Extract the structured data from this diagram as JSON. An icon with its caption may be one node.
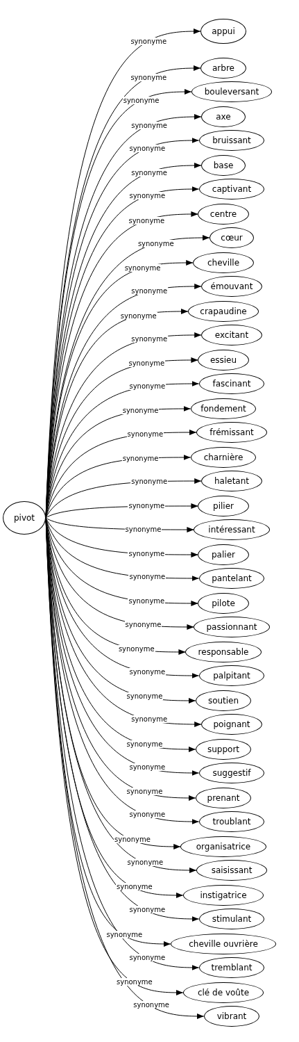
{
  "diagram": {
    "nodes": [
      {
        "text": [
          "pivot"
        ]
      },
      {
        "text": [
          "appui"
        ]
      },
      {
        "text": [
          "arbre"
        ]
      },
      {
        "text": [
          "bouleversant"
        ]
      },
      {
        "text": [
          "axe"
        ]
      },
      {
        "text": [
          "bruissant"
        ]
      },
      {
        "text": [
          "base"
        ]
      },
      {
        "text": [
          "captivant"
        ]
      },
      {
        "text": [
          "centre"
        ]
      },
      {
        "text": [
          "cœur"
        ]
      },
      {
        "text": [
          "cheville"
        ]
      },
      {
        "text": [
          "émouvant"
        ]
      },
      {
        "text": [
          "crapaudine"
        ]
      },
      {
        "text": [
          "excitant"
        ]
      },
      {
        "text": [
          "essieu"
        ]
      },
      {
        "text": [
          "fascinant"
        ]
      },
      {
        "text": [
          "fondement"
        ]
      },
      {
        "text": [
          "frémissant"
        ]
      },
      {
        "text": [
          "charnière"
        ]
      },
      {
        "text": [
          "haletant"
        ]
      },
      {
        "text": [
          "pilier"
        ]
      },
      {
        "text": [
          "intéressant"
        ]
      },
      {
        "text": [
          "palier"
        ]
      },
      {
        "text": [
          "pantelant"
        ]
      },
      {
        "text": [
          "pilote"
        ]
      },
      {
        "text": [
          "passionnant"
        ]
      },
      {
        "text": [
          "responsable"
        ]
      },
      {
        "text": [
          "palpitant"
        ]
      },
      {
        "text": [
          "soutien"
        ]
      },
      {
        "text": [
          "poignant"
        ]
      },
      {
        "text": [
          "support"
        ]
      },
      {
        "text": [
          "suggestif"
        ]
      },
      {
        "text": [
          "prenant"
        ]
      },
      {
        "text": [
          "troublant"
        ]
      },
      {
        "text": [
          "organisatrice"
        ]
      },
      {
        "text": [
          "saisissant"
        ]
      },
      {
        "text": [
          "instigatrice"
        ]
      },
      {
        "text": [
          "stimulant"
        ]
      },
      {
        "text": [
          "cheville ouvrière"
        ]
      },
      {
        "text": [
          "tremblant"
        ]
      },
      {
        "text": [
          "clé de voûte"
        ]
      },
      {
        "text": [
          "vibrant"
        ]
      }
    ],
    "edges": [
      {
        "from": 0,
        "to": 1,
        "arrow": "to",
        "label": "synonyme"
      },
      {
        "from": 0,
        "to": 2,
        "arrow": "to",
        "label": "synonyme"
      },
      {
        "from": 0,
        "to": 3,
        "arrow": "to",
        "label": "synonyme"
      },
      {
        "from": 0,
        "to": 4,
        "arrow": "to",
        "label": "synonyme"
      },
      {
        "from": 0,
        "to": 5,
        "arrow": "to",
        "label": "synonyme"
      },
      {
        "from": 0,
        "to": 6,
        "arrow": "to",
        "label": "synonyme"
      },
      {
        "from": 0,
        "to": 7,
        "arrow": "to",
        "label": "synonyme"
      },
      {
        "from": 0,
        "to": 8,
        "arrow": "to",
        "label": "synonyme"
      },
      {
        "from": 0,
        "to": 9,
        "arrow": "to",
        "label": "synonyme"
      },
      {
        "from": 0,
        "to": 10,
        "arrow": "to",
        "label": "synonyme"
      },
      {
        "from": 0,
        "to": 11,
        "arrow": "to",
        "label": "synonyme"
      },
      {
        "from": 0,
        "to": 12,
        "arrow": "to",
        "label": "synonyme"
      },
      {
        "from": 0,
        "to": 13,
        "arrow": "to",
        "label": "synonyme"
      },
      {
        "from": 0,
        "to": 14,
        "arrow": "to",
        "label": "synonyme"
      },
      {
        "from": 0,
        "to": 15,
        "arrow": "to",
        "label": "synonyme"
      },
      {
        "from": 0,
        "to": 16,
        "arrow": "to",
        "label": "synonyme"
      },
      {
        "from": 0,
        "to": 17,
        "arrow": "to",
        "label": "synonyme"
      },
      {
        "from": 0,
        "to": 18,
        "arrow": "to",
        "label": "synonyme"
      },
      {
        "from": 0,
        "to": 19,
        "arrow": "to",
        "label": "synonyme"
      },
      {
        "from": 0,
        "to": 20,
        "arrow": "to",
        "label": "synonyme"
      },
      {
        "from": 0,
        "to": 21,
        "arrow": "to",
        "label": "synonyme"
      },
      {
        "from": 0,
        "to": 22,
        "arrow": "to",
        "label": "synonyme"
      },
      {
        "from": 0,
        "to": 23,
        "arrow": "to",
        "label": "synonyme"
      },
      {
        "from": 0,
        "to": 24,
        "arrow": "to",
        "label": "synonyme"
      },
      {
        "from": 0,
        "to": 25,
        "arrow": "to",
        "label": "synonyme"
      },
      {
        "from": 0,
        "to": 26,
        "arrow": "to",
        "label": "synonyme"
      },
      {
        "from": 0,
        "to": 27,
        "arrow": "to",
        "label": "synonyme"
      },
      {
        "from": 0,
        "to": 28,
        "arrow": "to",
        "label": "synonyme"
      },
      {
        "from": 0,
        "to": 29,
        "arrow": "to",
        "label": "synonyme"
      },
      {
        "from": 0,
        "to": 30,
        "arrow": "to",
        "label": "synonyme"
      },
      {
        "from": 0,
        "to": 31,
        "arrow": "to",
        "label": "synonyme"
      },
      {
        "from": 0,
        "to": 32,
        "arrow": "to",
        "label": "synonyme"
      },
      {
        "from": 0,
        "to": 33,
        "arrow": "to",
        "label": "synonyme"
      },
      {
        "from": 0,
        "to": 34,
        "arrow": "to",
        "label": "synonyme"
      },
      {
        "from": 0,
        "to": 35,
        "arrow": "to",
        "label": "synonyme"
      },
      {
        "from": 0,
        "to": 36,
        "arrow": "to",
        "label": "synonyme"
      },
      {
        "from": 0,
        "to": 37,
        "arrow": "to",
        "label": "synonyme"
      },
      {
        "from": 0,
        "to": 38,
        "arrow": "to",
        "label": "synonyme"
      },
      {
        "from": 0,
        "to": 39,
        "arrow": "to",
        "label": "synonyme"
      },
      {
        "from": 0,
        "to": 40,
        "arrow": "to",
        "label": "synonyme"
      },
      {
        "from": 0,
        "to": 41,
        "arrow": "to",
        "label": "synonyme"
      }
    ]
  }
}
